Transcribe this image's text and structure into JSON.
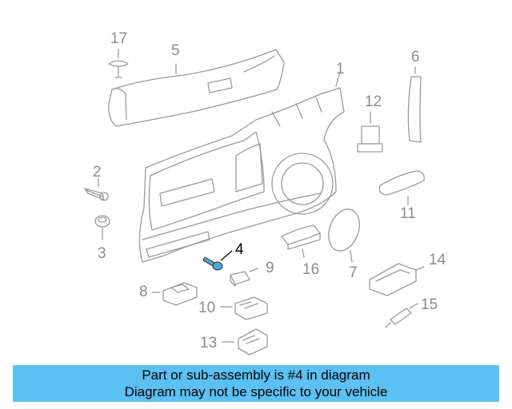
{
  "callouts": {
    "c1": "1",
    "c2": "2",
    "c3": "3",
    "c4": "4",
    "c5": "5",
    "c6": "6",
    "c7": "7",
    "c8": "8",
    "c9": "9",
    "c10": "10",
    "c11": "11",
    "c12": "12",
    "c13": "13",
    "c14": "14",
    "c15": "15",
    "c16": "16",
    "c17": "17"
  },
  "highlighted_part": "4",
  "colors": {
    "line": "#9a9a9a",
    "highlight_part": "#4da6d9",
    "banner": "#5bc0f2",
    "highlight_text": "#000000"
  },
  "banner": {
    "line1": "Part or sub-assembly is #4 in diagram",
    "line2": "Diagram may not be specific to your vehicle"
  }
}
